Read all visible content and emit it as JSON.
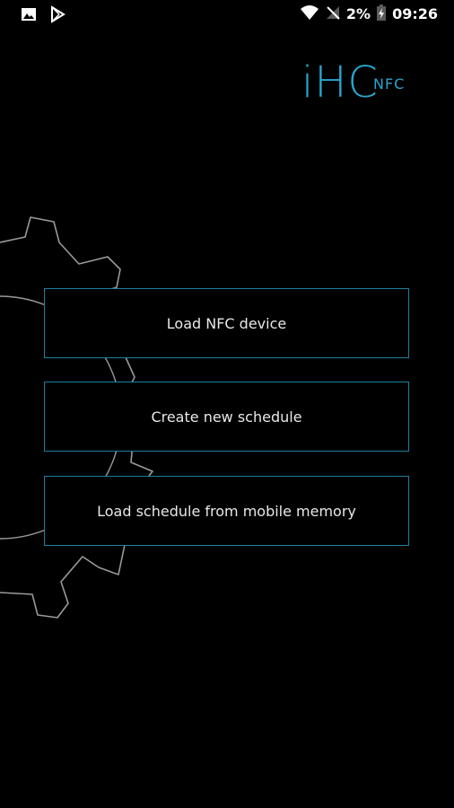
{
  "status_bar": {
    "battery_percent": "2%",
    "time": "09:26",
    "icons": [
      "image-icon",
      "play-store-icon",
      "wifi-icon",
      "no-signal-icon",
      "battery-charging-icon"
    ]
  },
  "logo": {
    "text": "iHC",
    "badge": "NFC",
    "color": "#2aa6cf"
  },
  "menu": {
    "items": [
      {
        "label": "Load NFC device"
      },
      {
        "label": "Create new schedule"
      },
      {
        "label": "Load schedule from mobile memory"
      }
    ],
    "border_color": "#1e7f9e"
  }
}
